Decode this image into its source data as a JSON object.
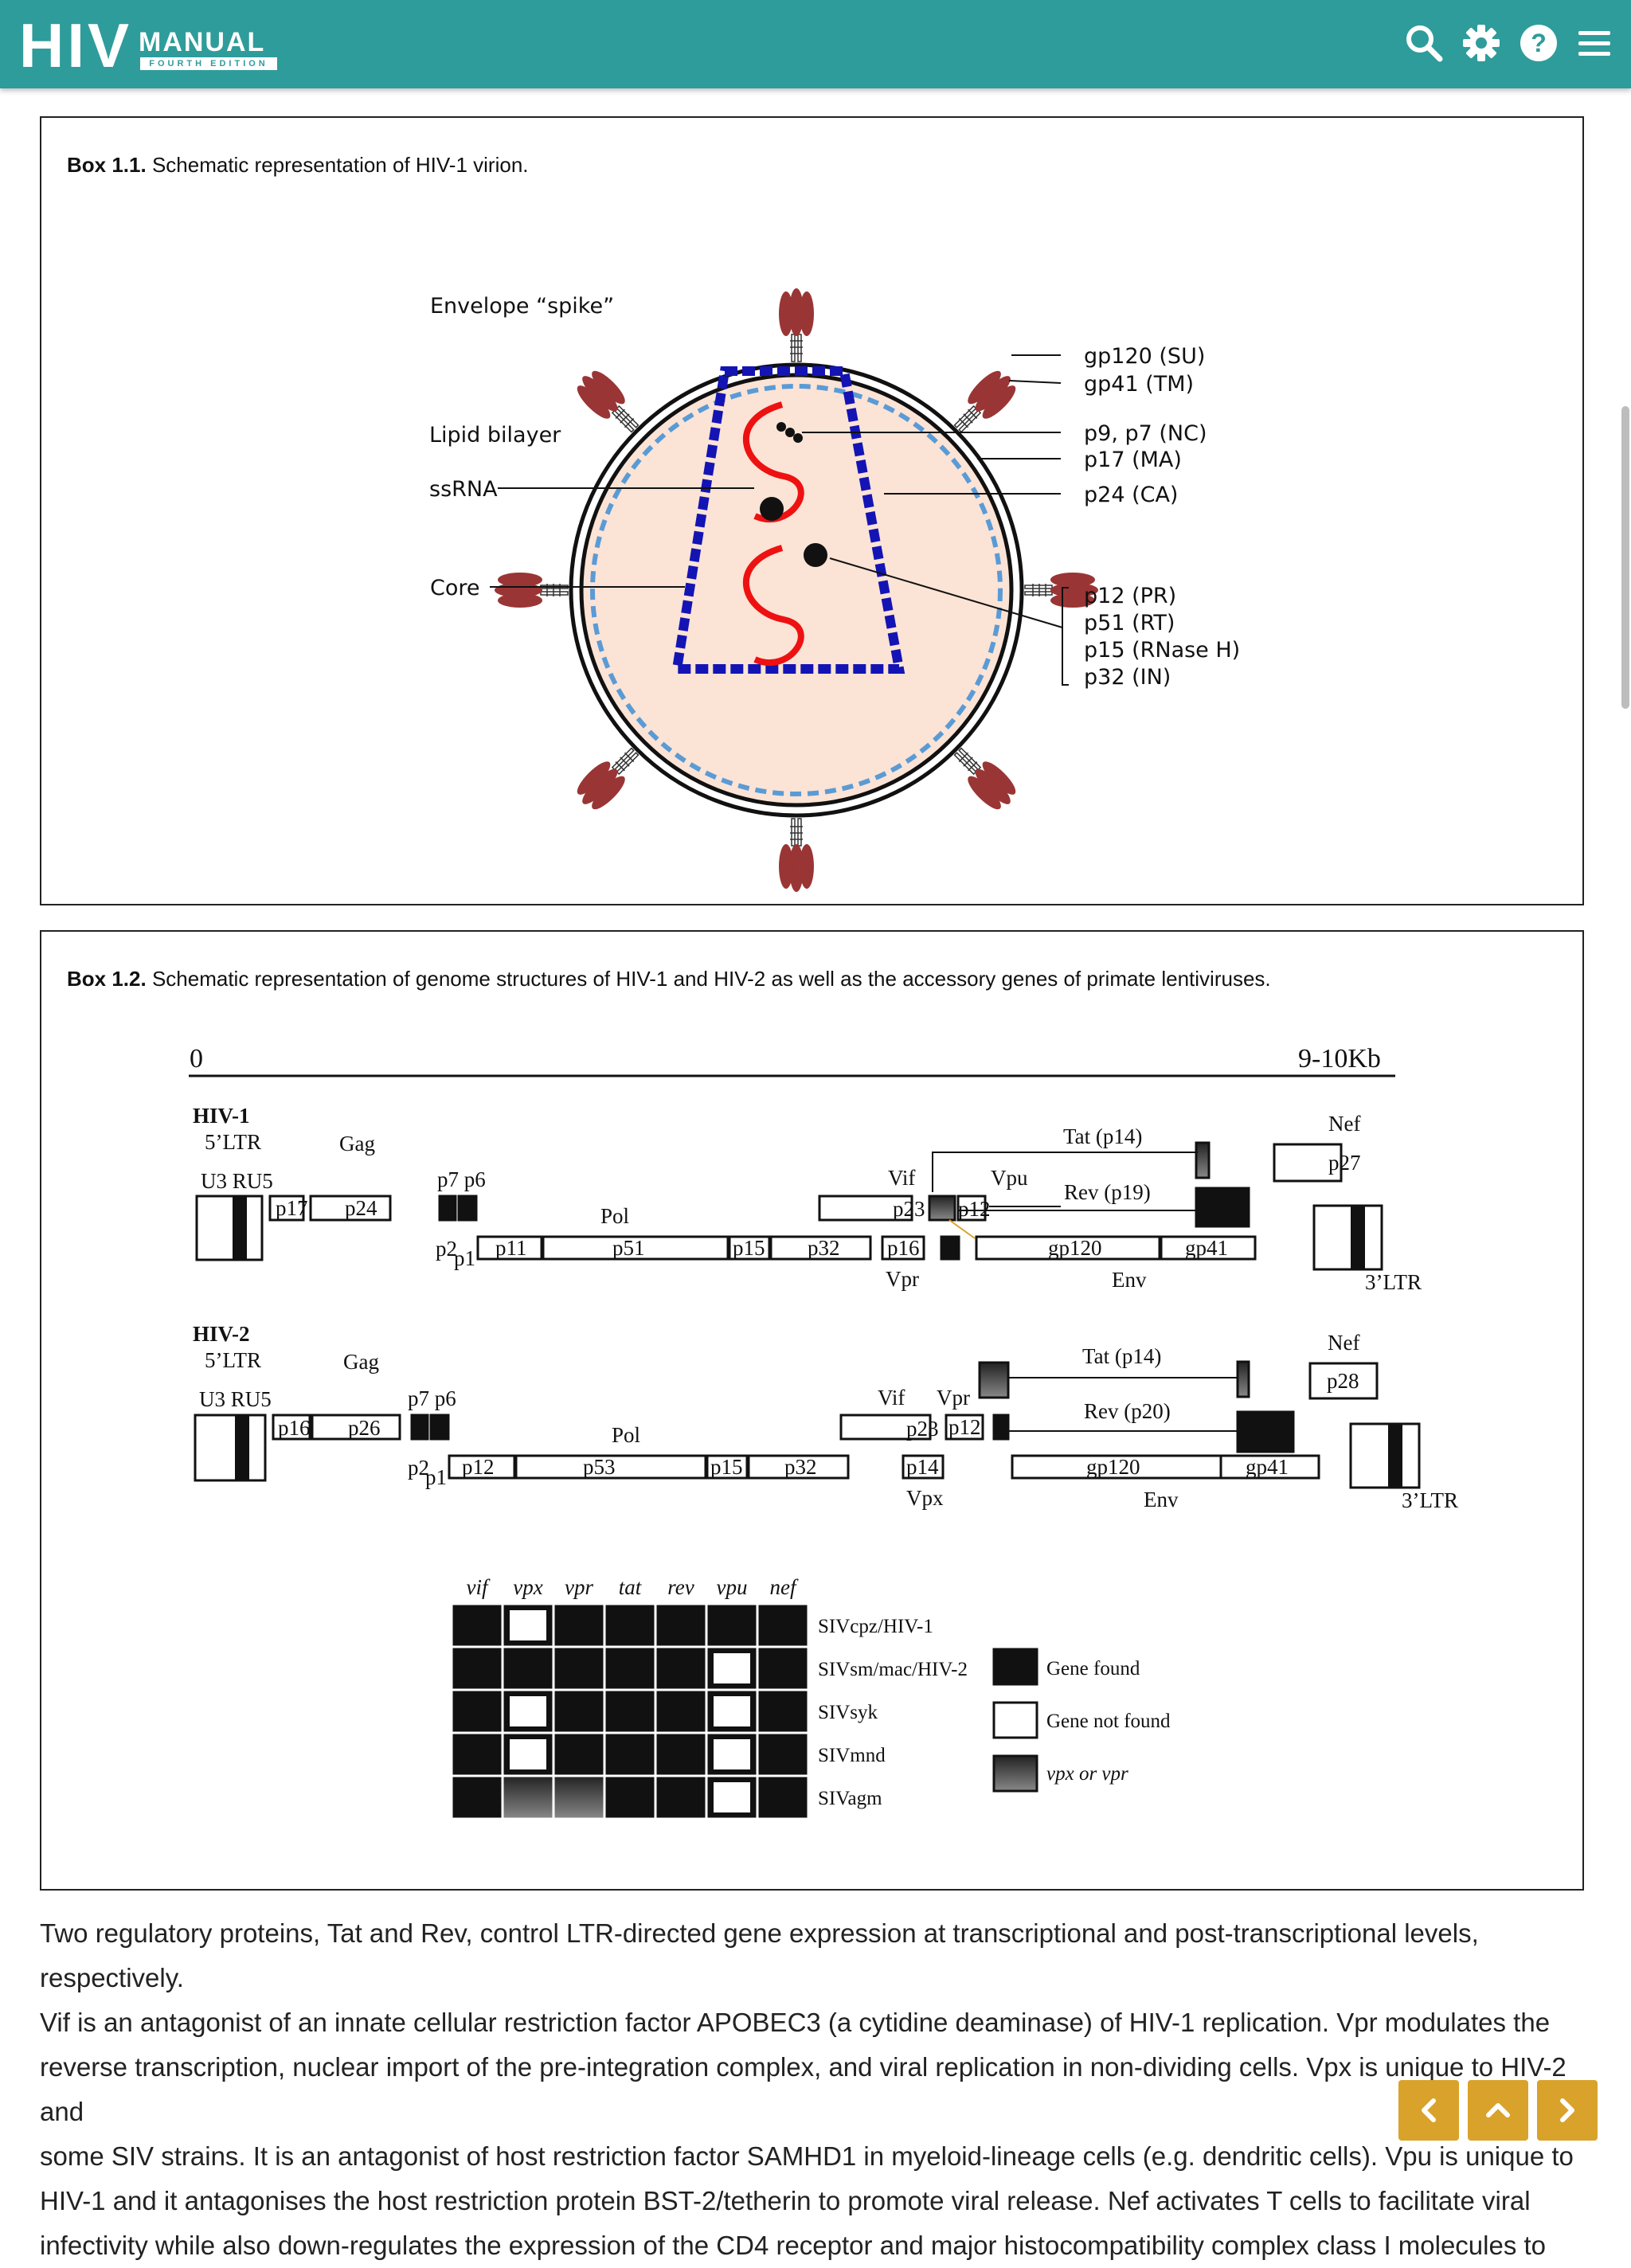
{
  "header": {
    "logo_main": "HIV",
    "logo_manual": "MANUAL",
    "logo_edition": "FOURTH EDITION",
    "icons": [
      "search-icon",
      "gear-icon",
      "help-icon",
      "menu-icon"
    ]
  },
  "box1": {
    "caption_bold": "Box 1.1.",
    "caption_text": " Schematic representation of HIV-1 virion.",
    "labels": {
      "envelope": "Envelope “spike”",
      "lipid": "Lipid bilayer",
      "ssrna": "ssRNA",
      "core": "Core",
      "gp120": "gp120 (SU)",
      "gp41": "gp41 (TM)",
      "p9p7": "p9, p7 (NC)",
      "p17": "p17 (MA)",
      "p24": "p24 (CA)",
      "p12": "p12 (PR)",
      "p51": "p51 (RT)",
      "p15": "p15 (RNase H)",
      "p32": "p32 (IN)"
    }
  },
  "box2": {
    "caption_bold": "Box 1.2.",
    "caption_text": " Schematic representation of genome structures of HIV-1 and HIV-2 as well as the accessory genes of primate lentiviruses.",
    "scale_start": "0",
    "scale_end": "9-10Kb",
    "hiv1": {
      "name": "HIV-1",
      "ltr5": "5’LTR",
      "gag": "Gag",
      "u3ru5": "U3 RU5",
      "p17": "p17",
      "p24": "p24",
      "p7p6": "p7 p6",
      "p2": "p2",
      "p1": "p1",
      "pol": "Pol",
      "p11": "p11",
      "p51": "p51",
      "p15": "p15",
      "p32": "p32",
      "vif": "Vif",
      "p23": "p23",
      "p16": "p16",
      "vpr": "Vpr",
      "vpu": "Vpu",
      "p12": "p12",
      "tat": "Tat (p14)",
      "rev": "Rev (p19)",
      "gp120": "gp120",
      "gp41": "gp41",
      "env": "Env",
      "nef": "Nef",
      "p27": "p27",
      "ltr3": "3’LTR"
    },
    "hiv2": {
      "name": "HIV-2",
      "ltr5": "5’LTR",
      "gag": "Gag",
      "u3ru5": "U3 RU5",
      "p16": "p16",
      "p26": "p26",
      "p7p6": "p7 p6",
      "p2": "p2",
      "p1": "p1",
      "pol": "Pol",
      "p12a": "p12",
      "p53": "p53",
      "p15": "p15",
      "p32": "p32",
      "vif": "Vif",
      "p23": "p23",
      "vpr": "Vpr",
      "p12": "p12",
      "p14": "p14",
      "vpx": "Vpx",
      "tat": "Tat (p14)",
      "rev": "Rev (p20)",
      "gp120": "gp120",
      "gp41": "gp41",
      "env": "Env",
      "nef": "Nef",
      "p28": "p28",
      "ltr3": "3’LTR"
    },
    "table": {
      "genes": [
        "vif",
        "vpx",
        "vpr",
        "tat",
        "rev",
        "vpu",
        "nef"
      ],
      "rows": [
        {
          "name": "SIVcpz/HIV-1",
          "cells": [
            "found",
            "not",
            "found",
            "found",
            "found",
            "found",
            "found"
          ]
        },
        {
          "name": "SIVsm/mac/HIV-2",
          "cells": [
            "found",
            "found",
            "found",
            "found",
            "found",
            "not",
            "found"
          ]
        },
        {
          "name": "SIVsyk",
          "cells": [
            "found",
            "not",
            "found",
            "found",
            "found",
            "not",
            "found"
          ]
        },
        {
          "name": "SIVmnd",
          "cells": [
            "found",
            "not",
            "found",
            "found",
            "found",
            "not",
            "found"
          ]
        },
        {
          "name": "SIVagm",
          "cells": [
            "found",
            "either",
            "either",
            "found",
            "found",
            "not",
            "found"
          ]
        }
      ],
      "legend": {
        "found": "Gene found",
        "not": "Gene not found",
        "either": "vpx or vpr"
      }
    }
  },
  "body_text": {
    "line1": "Two regulatory proteins, Tat and Rev, control LTR-directed gene expression at transcriptional and post-transcriptional levels, respectively.",
    "line2": "Vif is an antagonist of an innate cellular restriction factor APOBEC3 (a cytidine deaminase) of HIV-1 replication. Vpr modulates the",
    "line3": "reverse transcription, nuclear import of the pre-integration complex, and viral replication in non-dividing cells. Vpx is unique to HIV-2 and",
    "line4": "some SIV strains. It is an antagonist of host restriction factor SAMHD1 in myeloid-lineage cells (e.g. dendritic cells). Vpu is unique to",
    "line5": "HIV-1 and it antagonises the host restriction protein BST-2/tetherin to promote viral release. Nef activates T cells to facilitate viral",
    "line6": "infectivity while also down-regulates the expression of the CD4 receptor and major histocompatibility complex class I molecules to"
  },
  "nav": {
    "icons": [
      "chevron-left-icon",
      "chevron-up-icon",
      "chevron-right-icon"
    ]
  }
}
